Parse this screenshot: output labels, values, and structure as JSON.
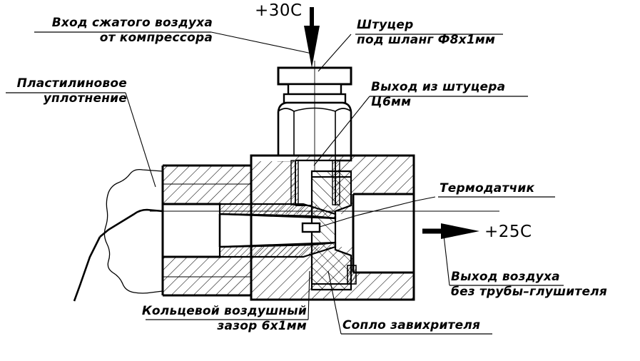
{
  "drawing": {
    "title": "Cross-section of vortex tube air cooler",
    "line_color": "#000000",
    "background": "#ffffff"
  },
  "temperatures": {
    "inlet": "+30C",
    "outlet": "+25C"
  },
  "callouts": {
    "inlet": {
      "line1": "Вход  сжатого воздуха",
      "line2": "от компрессора"
    },
    "fitting": {
      "line1": "Штуцер",
      "line2": "под шланг Ф8х1мм"
    },
    "fitting_outlet": {
      "line1": "Выход из штуцера",
      "line2": "Ц6мм"
    },
    "plasticine": {
      "line1": "Пластилиновое",
      "line2": "уплотнение"
    },
    "thermal_sensor": {
      "line1": "Термодатчик"
    },
    "air_outlet": {
      "line1": "Выход воздуха",
      "line2": "без трубы–глушителя"
    },
    "annular_gap": {
      "line1": "Кольцевой воздушный",
      "line2": "зазор 6х1мм"
    },
    "swirl_nozzle": {
      "line1": "Сопло завихрителя"
    }
  }
}
